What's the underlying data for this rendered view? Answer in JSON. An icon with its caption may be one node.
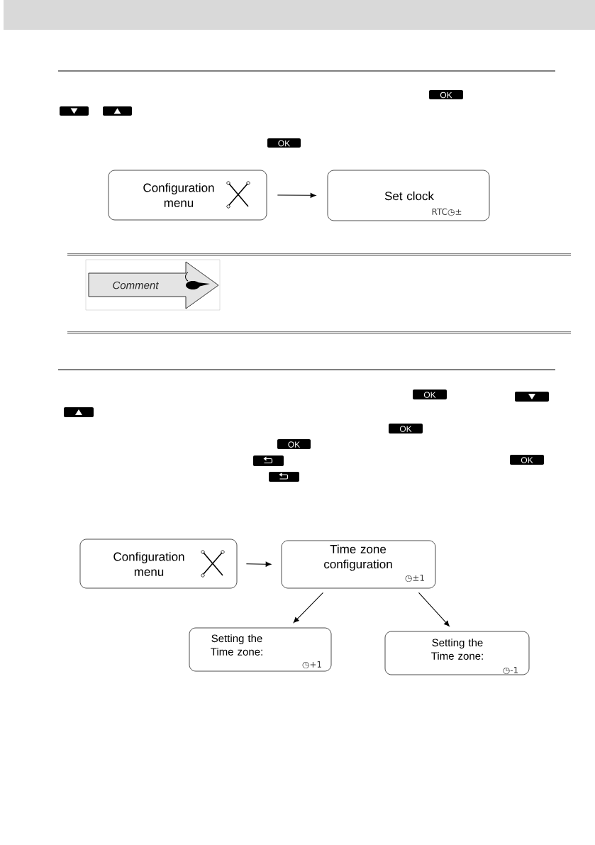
{
  "diagram": {
    "nodes": [
      {
        "text": [
          "Configuration menu"
        ]
      },
      {
        "text": [
          "Set clock",
          "RTC◷±"
        ]
      },
      {
        "text": [
          "Configuration menu"
        ]
      },
      {
        "text": [
          "Time zone configuration",
          "◷±1"
        ]
      },
      {
        "text": [
          "Setting the Time zone:",
          "◷+1"
        ]
      },
      {
        "text": [
          "Setting the Time zone:",
          "◷-1"
        ]
      }
    ],
    "edges": [
      {
        "from": 0,
        "to": 1,
        "arrow": "to"
      },
      {
        "from": 2,
        "to": 3,
        "arrow": "to"
      },
      {
        "from": 3,
        "to": 4,
        "arrow": "to"
      },
      {
        "from": 3,
        "to": 5,
        "arrow": "to"
      }
    ],
    "labels": [
      "OK",
      "OK",
      "Comment",
      "OK",
      "OK",
      "OK",
      "OK"
    ]
  }
}
